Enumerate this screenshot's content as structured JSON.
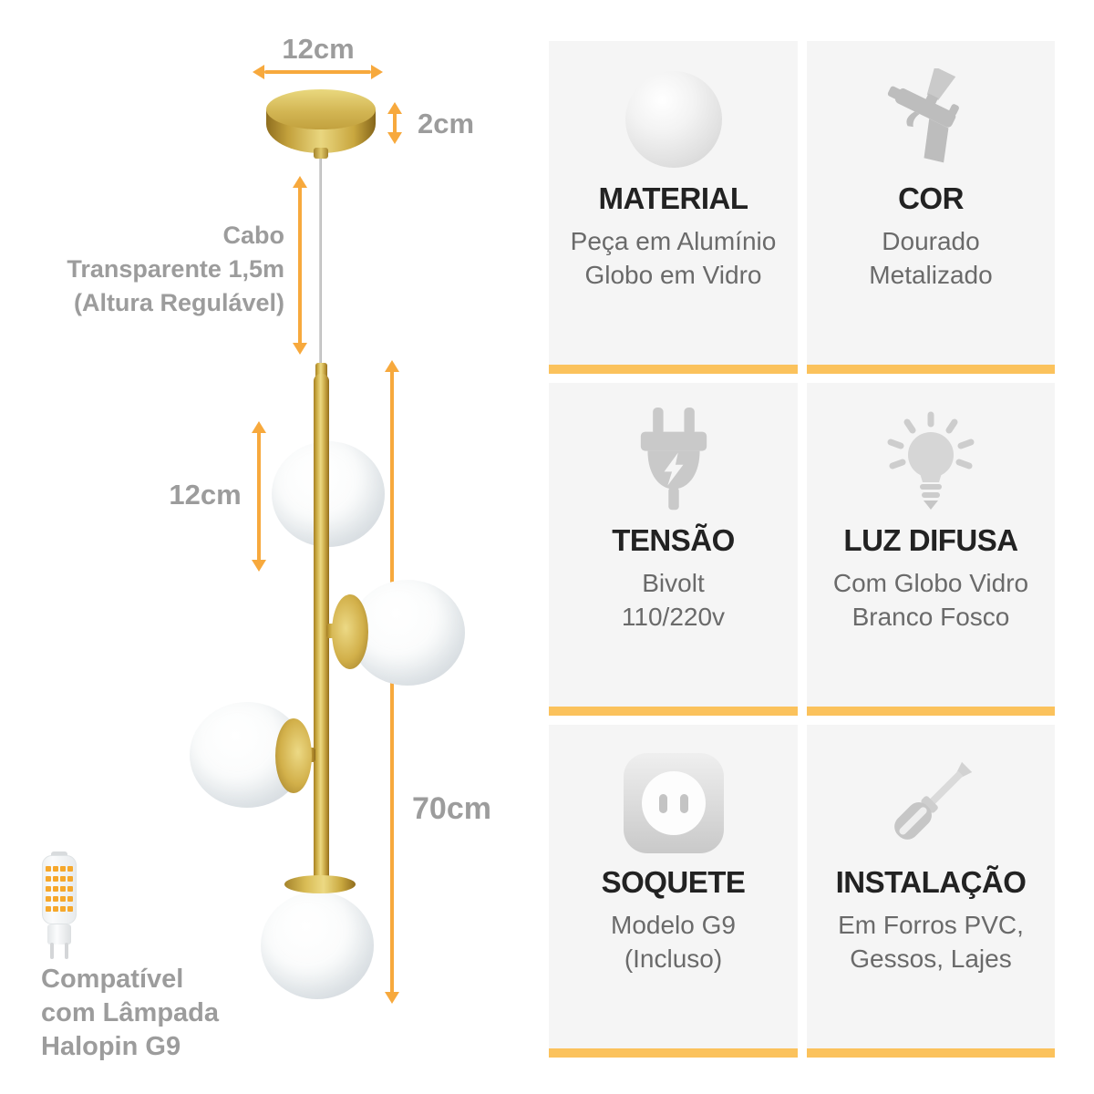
{
  "diagram": {
    "dim_top": "12cm",
    "dim_canopy": "2cm",
    "cable_label": "Cabo\nTransparente 1,5m\n(Altura Regulável)",
    "dim_globe": "12cm",
    "dim_total": "70cm",
    "compat_label": "Compatível\ncom Lâmpada\nHalopin G9"
  },
  "specs": [
    {
      "icon": "sphere-icon",
      "title": "MATERIAL",
      "desc": "Peça em Alumínio\nGlobo em Vidro"
    },
    {
      "icon": "spray-gun-icon",
      "title": "COR",
      "desc": "Dourado\nMetalizado"
    },
    {
      "icon": "plug-icon",
      "title": "TENSÃO",
      "desc": "Bivolt\n110/220v"
    },
    {
      "icon": "bulb-icon",
      "title": "LUZ DIFUSA",
      "desc": "Com Globo Vidro\nBranco Fosco"
    },
    {
      "icon": "socket-icon",
      "title": "SOQUETE",
      "desc": "Modelo G9\n(Incluso)"
    },
    {
      "icon": "screwdriver-icon",
      "title": "INSTALAÇÃO",
      "desc": "Em Forros PVC,\nGessos, Lajes"
    }
  ],
  "colors": {
    "arrow": "#F7A93D",
    "accent_bar": "#FBC25C",
    "card_background": "#F5F5F5",
    "gold": "#D4B34A"
  }
}
